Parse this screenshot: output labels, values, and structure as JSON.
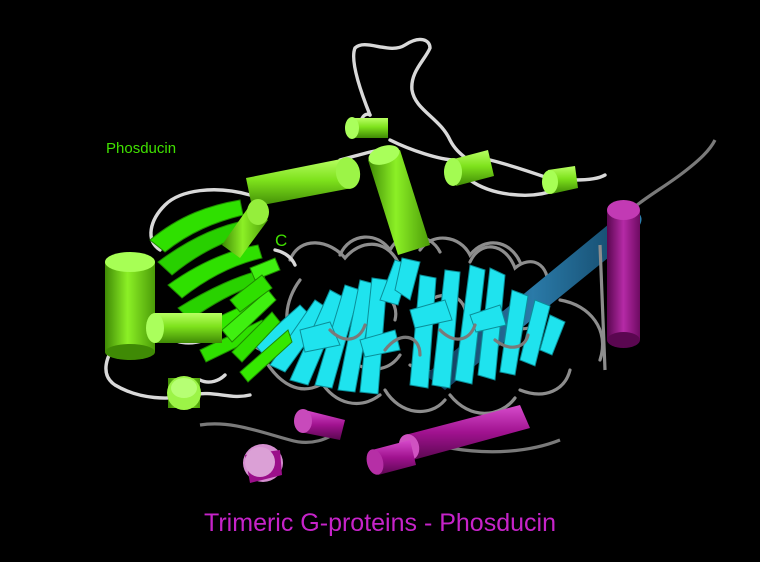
{
  "image": {
    "description_free": true
  },
  "labels": {
    "protein_name": "Phosducin",
    "terminus": "C",
    "caption": "Trimeric G-proteins - Phosducin"
  },
  "colors": {
    "background": "#000000",
    "phosducin_helix": "#7ee21c",
    "phosducin_sheet": "#2fe000",
    "beta_subunit": "#1fe3ee",
    "gamma_subunit": "#a0128f",
    "alpha_helix_blue": "#1d5f86",
    "loop": "#8d8d8d",
    "loop_light": "#d9d9d9",
    "caption": "#c623c9",
    "protein_label": "#40e000",
    "terminus_label": "#40e000"
  }
}
